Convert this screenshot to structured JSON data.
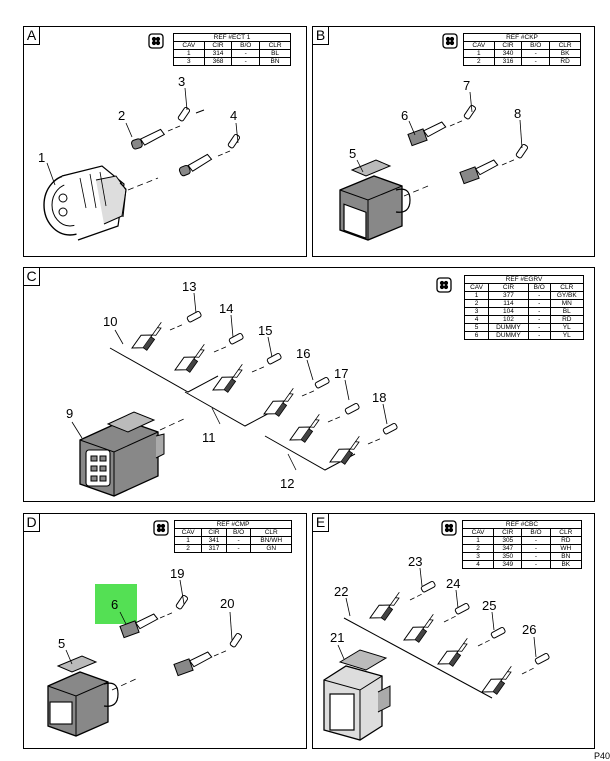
{
  "panels": [
    {
      "letter": "A",
      "ref_title": "REF #ECT 1",
      "headers": [
        "CAV",
        "CIR",
        "B/O",
        "CLR"
      ],
      "rows": [
        [
          "1",
          "314",
          "-",
          "BL"
        ],
        [
          "3",
          "368",
          "-",
          "BN"
        ]
      ]
    },
    {
      "letter": "B",
      "ref_title": "REF #CKP",
      "headers": [
        "CAV",
        "CIR",
        "B/O",
        "CLR"
      ],
      "rows": [
        [
          "1",
          "340",
          "-",
          "BK"
        ],
        [
          "2",
          "316",
          "-",
          "RD"
        ]
      ]
    },
    {
      "letter": "C",
      "ref_title": "REF #EGRV",
      "headers": [
        "CAV",
        "CIR",
        "B/O",
        "CLR"
      ],
      "rows": [
        [
          "1",
          "377",
          "-",
          "GY/BK"
        ],
        [
          "2",
          "114",
          "-",
          "MN"
        ],
        [
          "3",
          "104",
          "-",
          "BL"
        ],
        [
          "4",
          "102",
          "-",
          "RD"
        ],
        [
          "5",
          "DUMMY",
          "-",
          "YL"
        ],
        [
          "6",
          "DUMMY",
          "-",
          "YL"
        ]
      ]
    },
    {
      "letter": "D",
      "ref_title": "REF #CMP",
      "headers": [
        "CAV",
        "CIR",
        "B/O",
        "CLR"
      ],
      "rows": [
        [
          "1",
          "341",
          "-",
          "BN/WH"
        ],
        [
          "2",
          "317",
          "-",
          "GN"
        ]
      ]
    },
    {
      "letter": "E",
      "ref_title": "REF #CBC",
      "headers": [
        "CAV",
        "CIR",
        "B/O",
        "CLR"
      ],
      "rows": [
        [
          "1",
          "305",
          "-",
          "RD"
        ],
        [
          "2",
          "347",
          "-",
          "WH"
        ],
        [
          "3",
          "350",
          "-",
          "BN"
        ],
        [
          "4",
          "349",
          "-",
          "BK"
        ]
      ]
    }
  ],
  "callouts": {
    "a1": "1",
    "a2": "2",
    "a3": "3",
    "a4": "4",
    "b5": "5",
    "b6": "6",
    "b7": "7",
    "b8": "8",
    "c9": "9",
    "c10": "10",
    "c11": "11",
    "c12": "12",
    "c13": "13",
    "c14": "14",
    "c15": "15",
    "c16": "16",
    "c17": "17",
    "c18": "18",
    "d5": "5",
    "d6": "6",
    "d19": "19",
    "d20": "20",
    "e21": "21",
    "e22": "22",
    "e23": "23",
    "e24": "24",
    "e25": "25",
    "e26": "26"
  },
  "footer": "P40",
  "highlight_color": "#54e054"
}
